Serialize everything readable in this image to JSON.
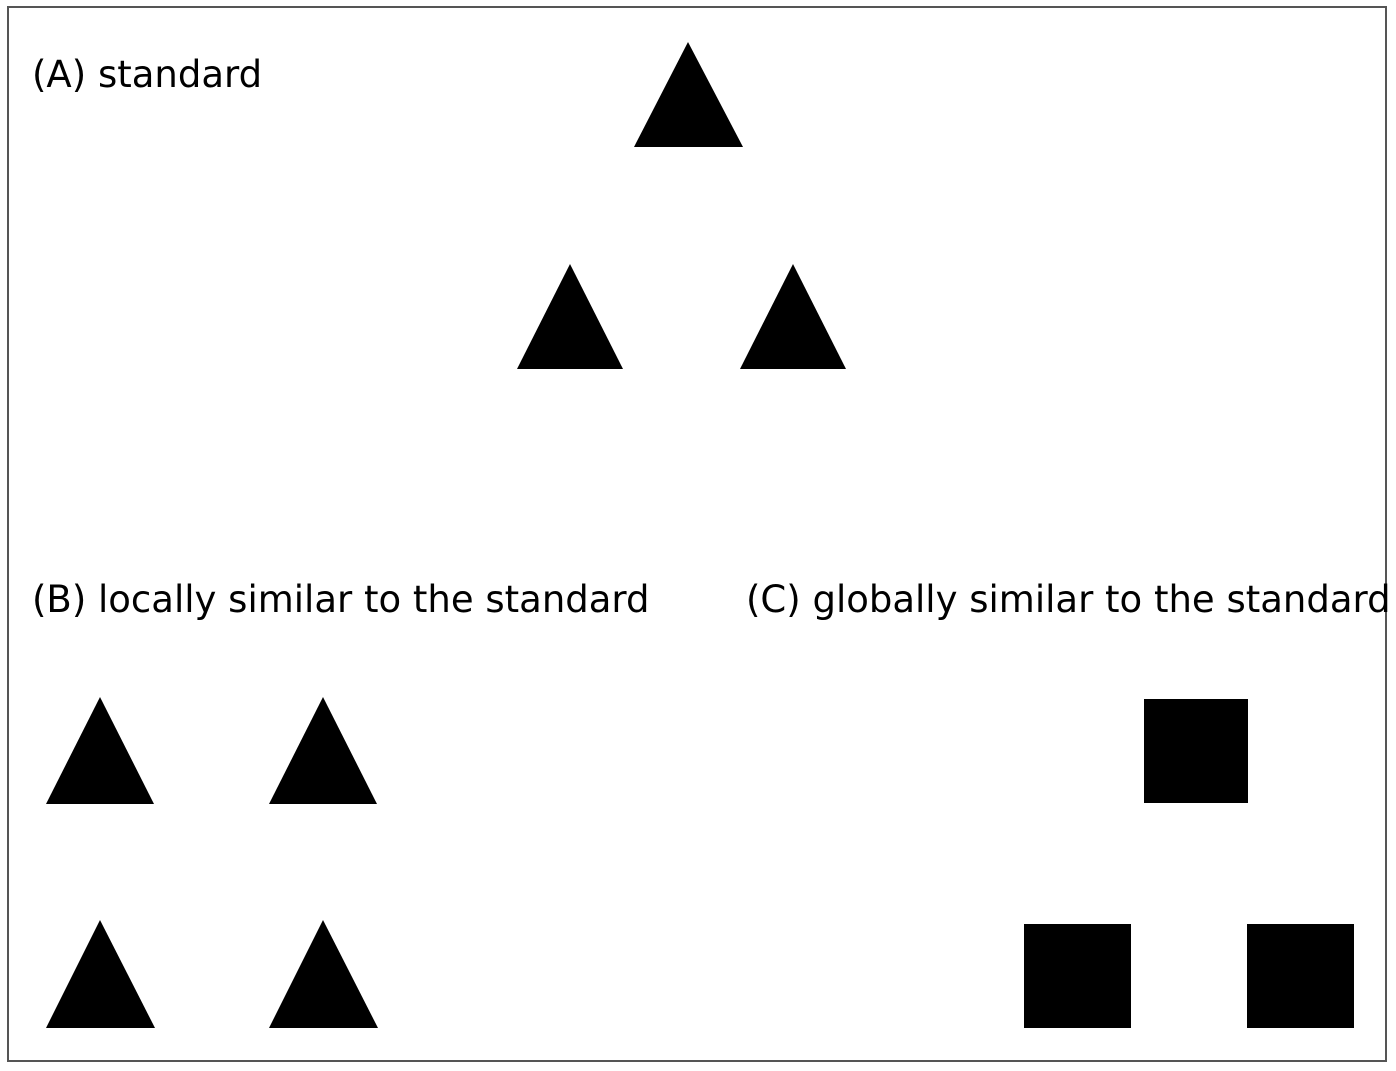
{
  "panels": {
    "a": {
      "label": "(A) standard",
      "shape": "triangle"
    },
    "b": {
      "label": "(B) locally similar to the standard",
      "shape": "triangle"
    },
    "c": {
      "label": "(C) globally similar to the standard",
      "shape": "square"
    }
  },
  "colors": {
    "shape_fill": "#000000",
    "frame": "#555555",
    "background": "#ffffff"
  }
}
